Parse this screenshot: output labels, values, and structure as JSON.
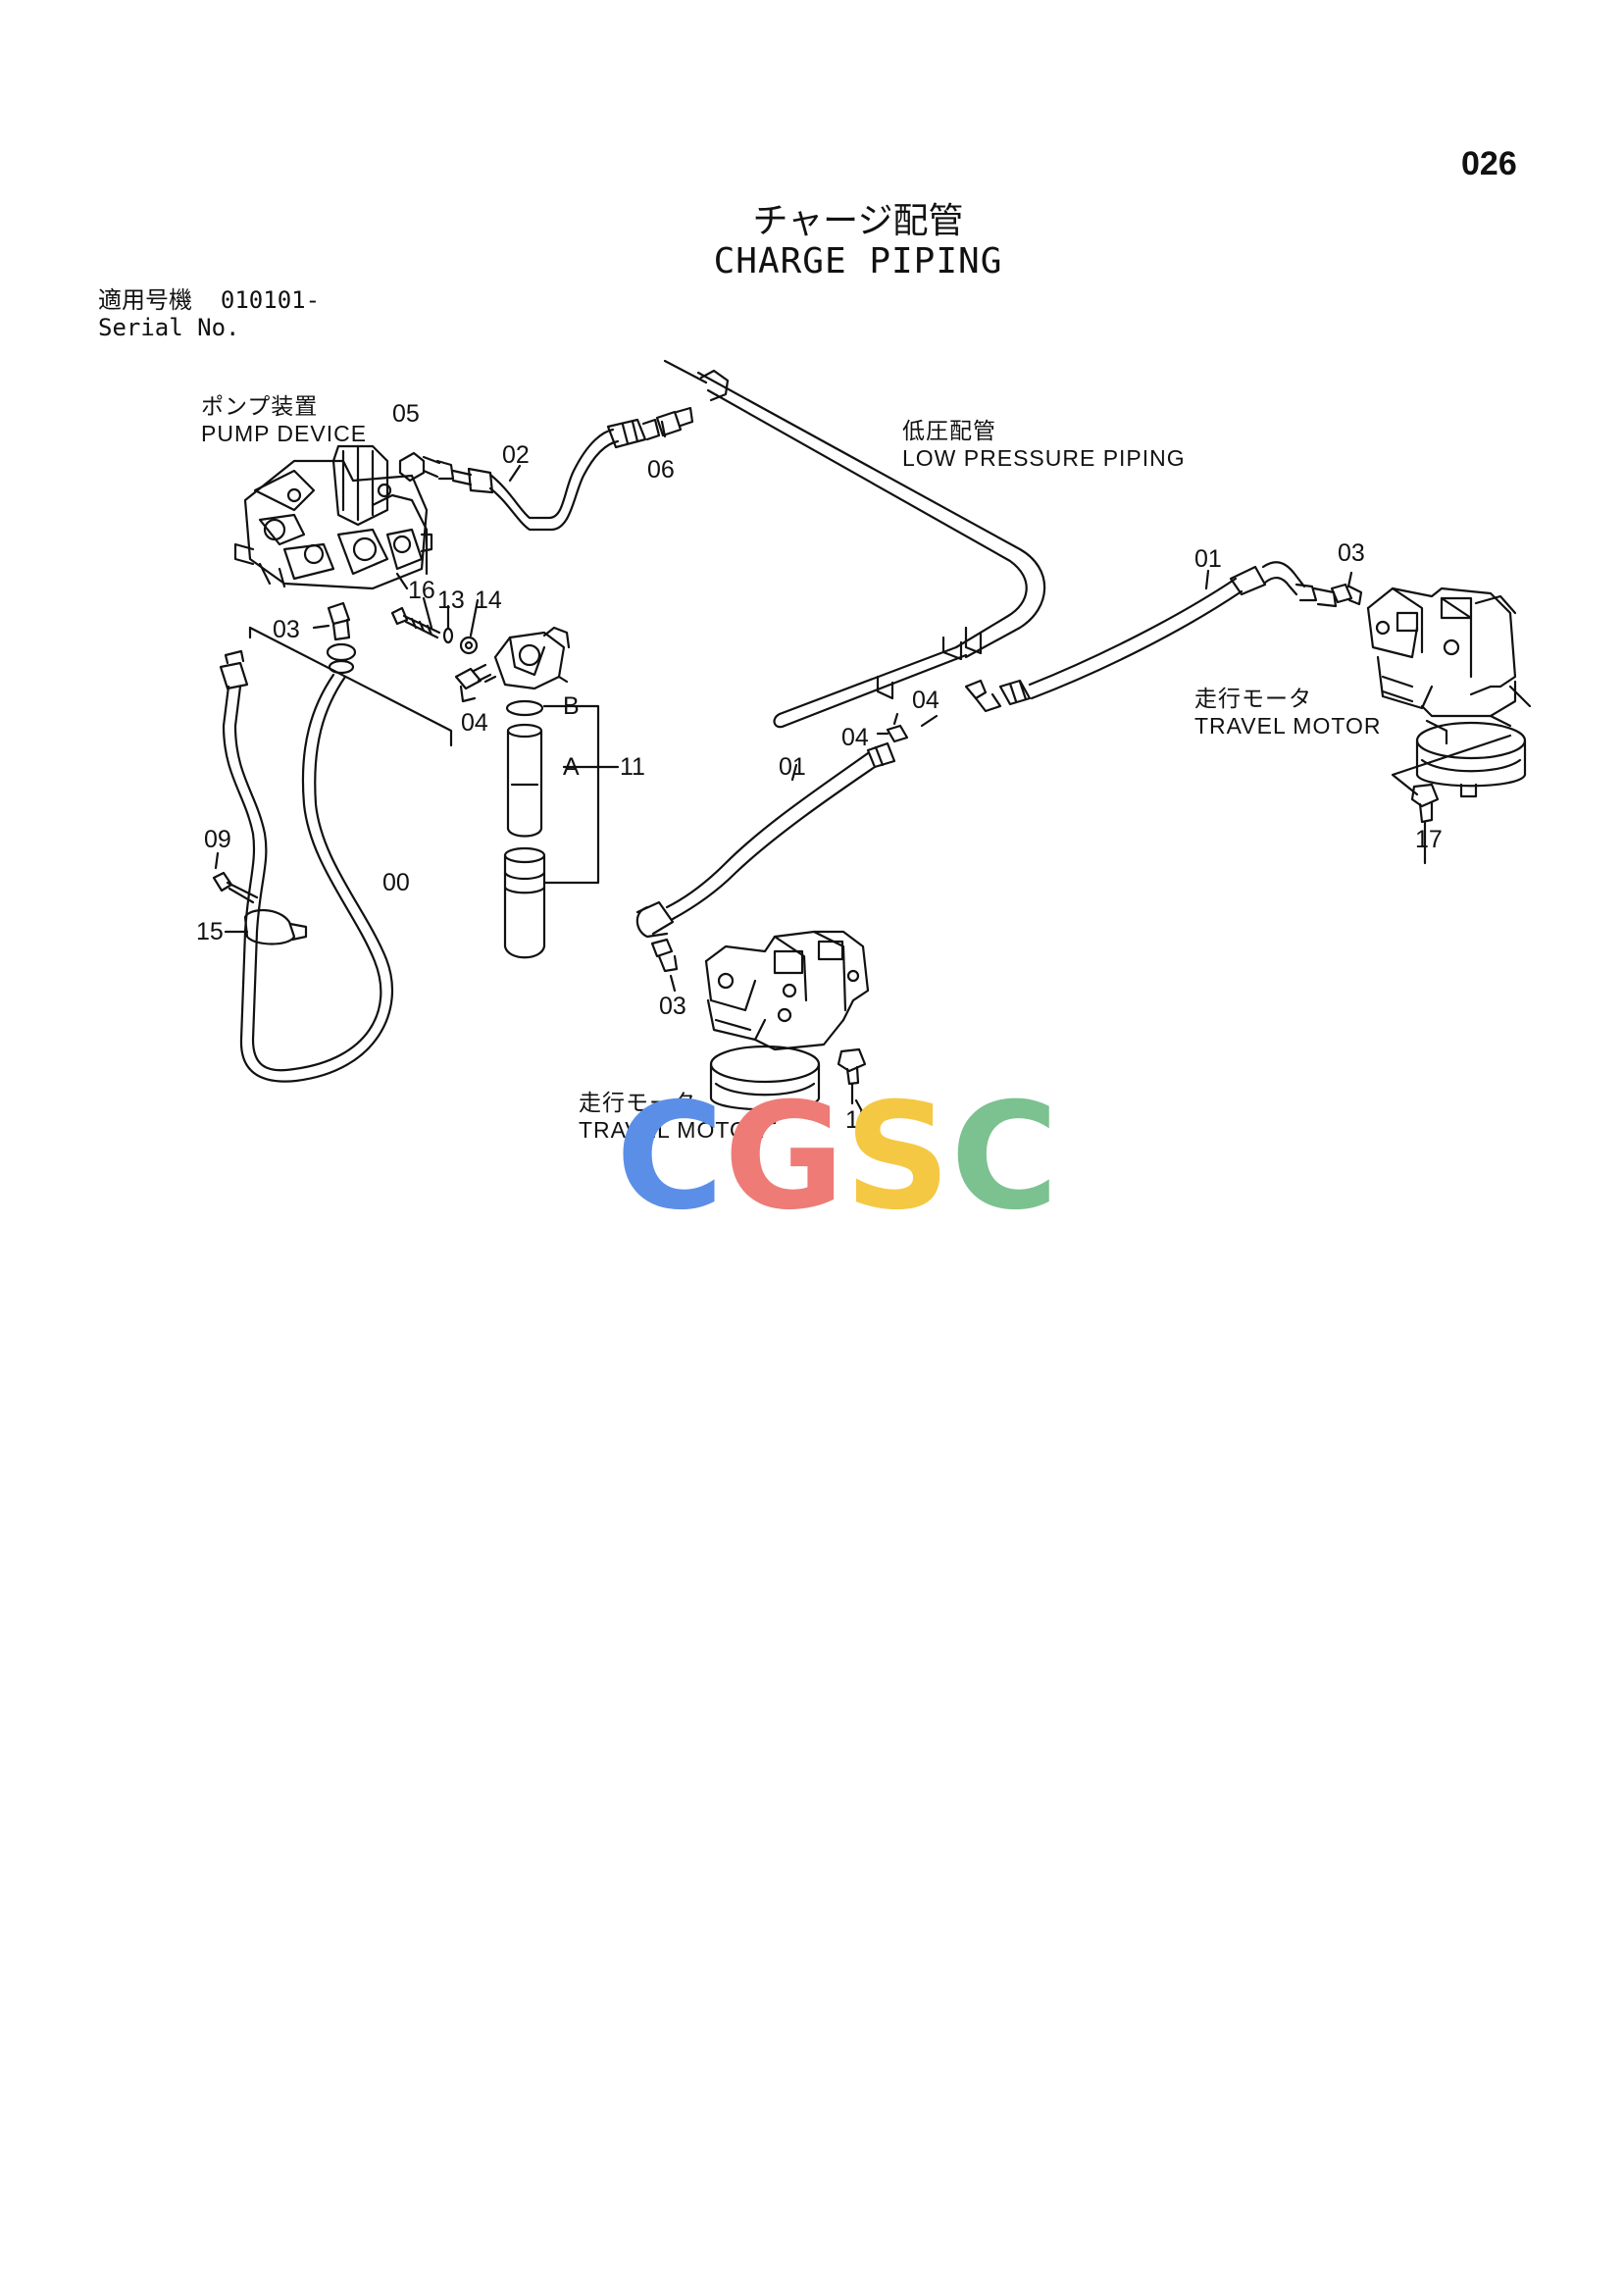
{
  "page_number": "026",
  "title_jp": "チャージ配管",
  "title_en": "CHARGE PIPING",
  "serial": {
    "label_jp": "適用号機",
    "value": "010101-",
    "label_en": "Serial No."
  },
  "labels": {
    "pump_jp": "ポンプ装置",
    "pump_en": "PUMP  DEVICE",
    "lowpress_jp": "低圧配管",
    "lowpress_en": "LOW PRESSURE PIPING",
    "travel1_jp": "走行モータ",
    "travel1_en": "TRAVEL  MOTOR",
    "travel2_jp": "走行モータ",
    "travel2_en": "TRAVEL  MOTOR"
  },
  "parts": {
    "p05": "05",
    "p02": "02",
    "p06": "06",
    "p16": "16",
    "p13": "13",
    "p14": "14",
    "p03a": "03",
    "p04a": "04",
    "pB": "B",
    "pA": "A",
    "p11": "11",
    "p09": "09",
    "p15": "15",
    "p00": "00",
    "p01a": "01",
    "p03b": "03",
    "p04b": "04",
    "p04c": "04",
    "p01b": "01",
    "p03c": "03",
    "p17a": "17",
    "p17b": "17"
  },
  "watermark": {
    "letters": [
      "C",
      "G",
      "S",
      "C"
    ],
    "colors": [
      "#5b8ee6",
      "#ee7b76",
      "#f5c843",
      "#7cc190"
    ]
  }
}
